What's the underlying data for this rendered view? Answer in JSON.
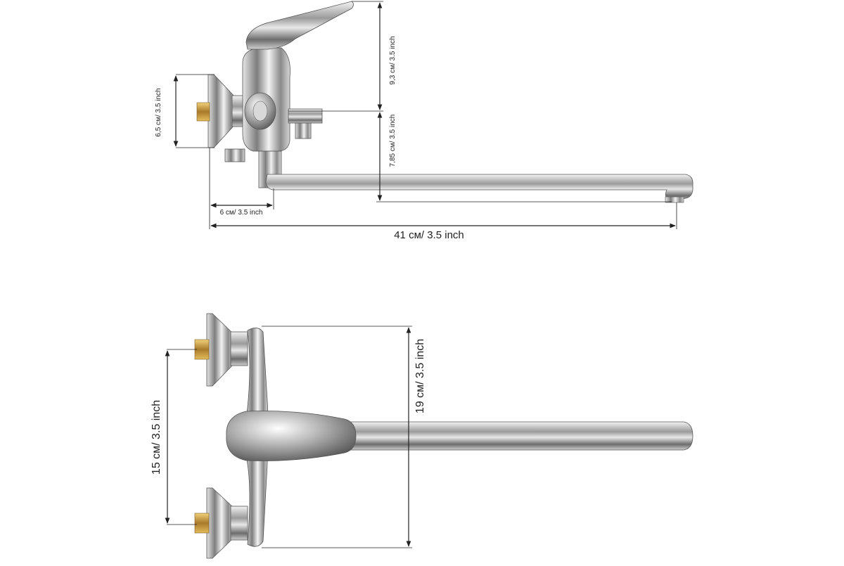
{
  "diagram": {
    "side_view": {
      "dims": {
        "overall_length": "41 см/ 3.5 inch",
        "flange_offset": "6 см/ 3.5 inch",
        "flange_height": "6,5 см/ 3.5 inch",
        "upper_height": "9,3 см/ 3.5 inch",
        "lower_height": "7,85 см/ 3.5 inch"
      }
    },
    "front_view": {
      "dims": {
        "inlet_spacing": "15 см/ 3.5 inch",
        "body_height": "19 см/ 3.5 inch"
      }
    }
  }
}
